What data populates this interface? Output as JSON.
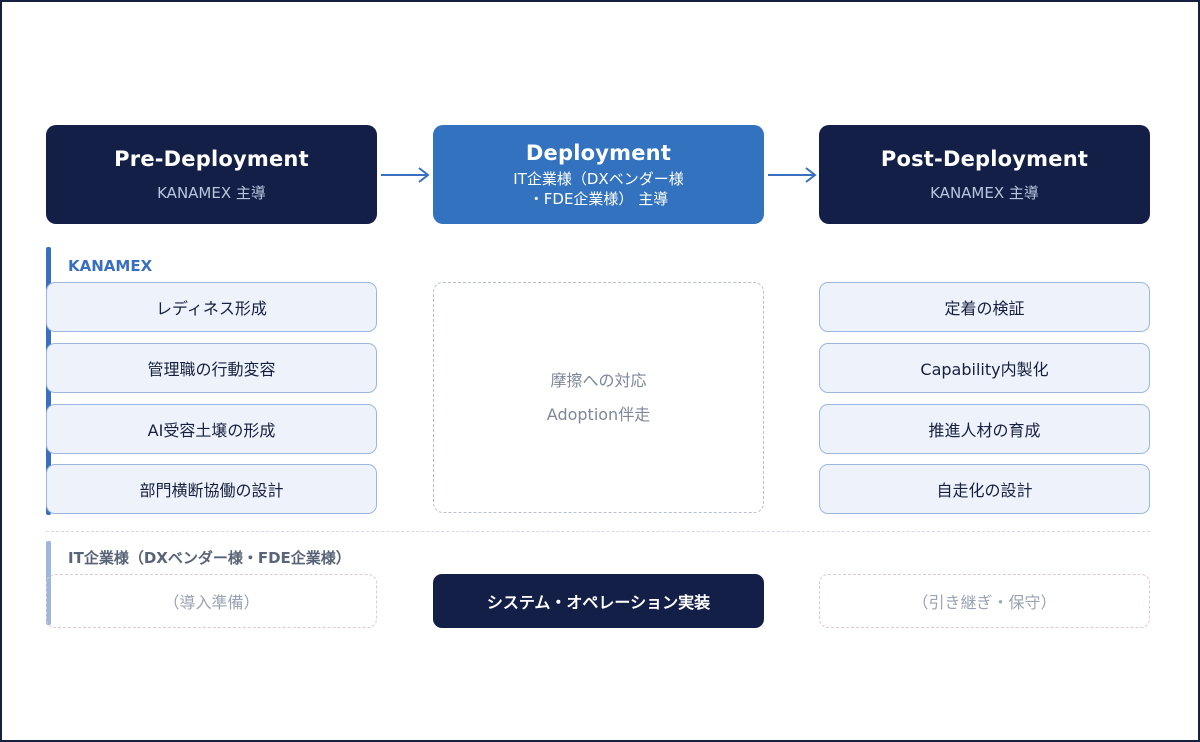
{
  "phases": {
    "pre": {
      "title": "Pre-Deployment",
      "sub": "KANAMEX 主導"
    },
    "deploy": {
      "title": "Deployment",
      "sub_line1": "IT企業様（DXベンダー様",
      "sub_line2": "・FDE企業様） 主導"
    },
    "post": {
      "title": "Post-Deployment",
      "sub": "KANAMEX 主導"
    }
  },
  "kanamex": {
    "label": "KANAMEX",
    "pre_items": [
      "レディネス形成",
      "管理職の行動変容",
      "AI受容土壌の形成",
      "部門横断協働の設計"
    ],
    "deploy_items": [
      "摩擦への対応",
      "Adoption伴走"
    ],
    "post_items": [
      "定着の検証",
      "Capability内製化",
      "推進人材の育成",
      "自走化の設計"
    ]
  },
  "it": {
    "label": "IT企業様（DXベンダー様・FDE企業様）",
    "pre": "（導入準備）",
    "deploy": "システム・オペレーション実装",
    "post": "（引き継ぎ・保守）"
  },
  "colors": {
    "navy": "#131f47",
    "blue": "#3272be",
    "accent_bar": "#3a6fbf",
    "accent_bar_light": "#9cb6de",
    "item_fill": "#eef2fb"
  }
}
